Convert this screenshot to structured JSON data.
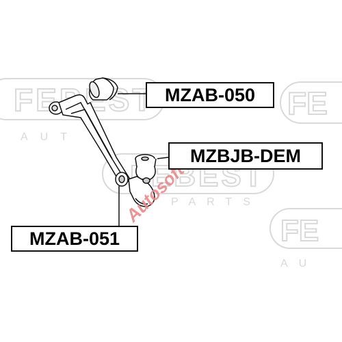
{
  "parts": {
    "upper_bushing": "MZAB-050",
    "ball_joint": "MZBJB-DEM",
    "lower_bushing": "MZAB-051"
  },
  "brand_watermark": "FEBEST",
  "brand_sub": "AUTOPARTS",
  "site_watermark": "Autosoft",
  "colors": {
    "line": "#111111",
    "watermark_gray": "#d8d8d8",
    "watermark_red": "#e88a8a"
  }
}
